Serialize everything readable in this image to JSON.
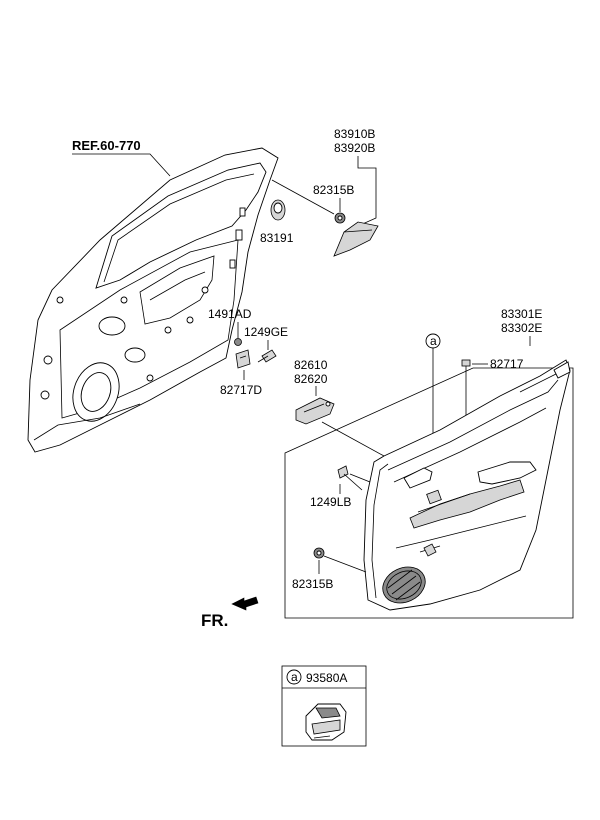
{
  "labels": {
    "ref": "REF.60-770",
    "mirror_part_a": "83910B",
    "mirror_part_b": "83920B",
    "clip_upper": "82315B",
    "plug": "83191",
    "clip_1491": "1491AD",
    "bolt_1249ge": "1249GE",
    "bracket": "82717D",
    "handle_a": "82610",
    "handle_b": "82620",
    "trim_a": "83301E",
    "trim_b": "83302E",
    "pull_cover": "82717",
    "bolt_1249lb": "1249LB",
    "clip_lower": "82315B",
    "front_direction": "FR.",
    "callout_marker": "a",
    "switch_callout": "a",
    "switch_part": "93580A"
  }
}
